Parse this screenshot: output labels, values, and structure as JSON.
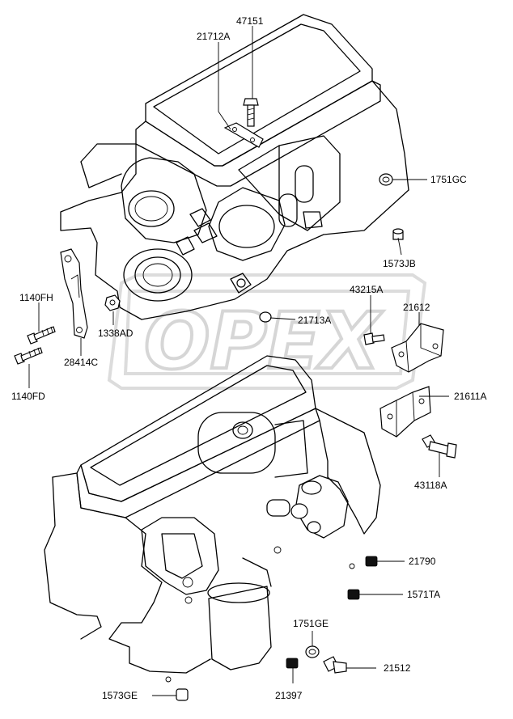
{
  "watermark": {
    "text": "OPEX"
  },
  "labels": {
    "p47151": "47151",
    "p21712A": "21712A",
    "p1751GC": "1751GC",
    "p1573JB": "1573JB",
    "p43215A": "43215A",
    "p21612": "21612",
    "p21713A": "21713A",
    "p1140FH": "1140FH",
    "p1338AD": "1338AD",
    "p28414C": "28414C",
    "p1140FD": "1140FD",
    "p21611A": "21611A",
    "p43118A": "43118A",
    "p21790": "21790",
    "p1571TA": "1571TA",
    "p1751GE": "1751GE",
    "p21512": "21512",
    "p1573GE": "1573GE",
    "p21397": "21397"
  }
}
